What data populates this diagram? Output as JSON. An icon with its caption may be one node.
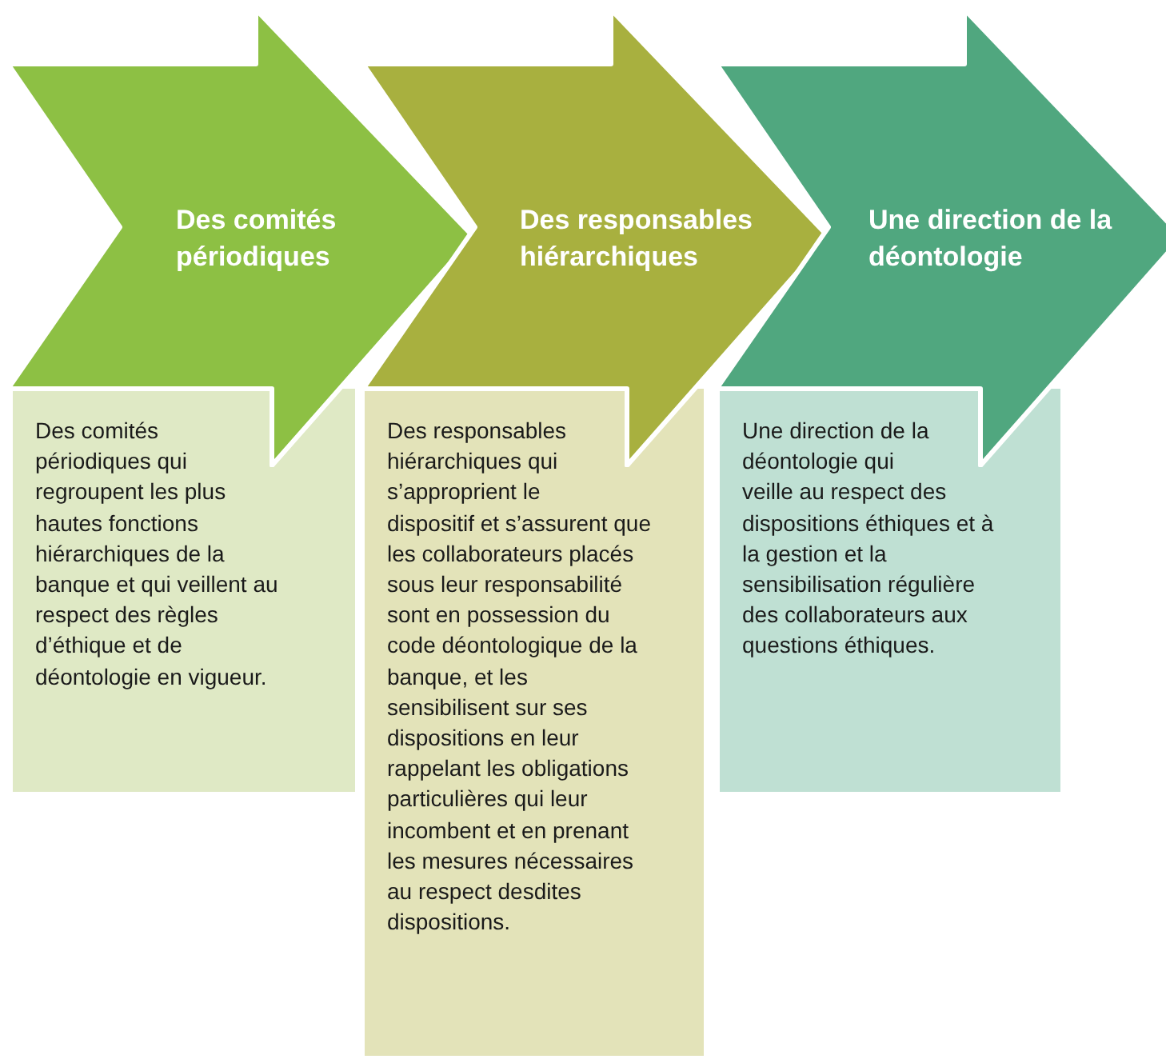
{
  "diagram": {
    "nodes": [
      {
        "text": [
          "Des comités périodiques"
        ]
      },
      {
        "text": [
          "Des responsables hiérarchiques"
        ]
      },
      {
        "text": [
          "Une direction de la déontologie"
        ]
      },
      {
        "text": [
          "Des comités périodiques qui regroupent les plus hautes fonctions hiérarchiques de la banque et qui veillent au respect des règles d’éthique et de déontologie en vigueur."
        ]
      },
      {
        "text": [
          "Des responsables hiérarchiques qui s’approprient le dispositif et s’assurent que les collaborateurs placés sous leur responsabilité sont en possession du code déontologique de la banque, et les sensibilisent sur ses dispositions en leur rappelant les obligations particulières qui leur incombent et en prenant les mesures nécessaires au respect desdites dispositions."
        ]
      },
      {
        "text": [
          "Une direction de la déontologie qui veille au respect des dispositions éthiques et à la gestion et la sensibilisation régulière des collaborateurs aux questions éthiques."
        ]
      }
    ]
  }
}
